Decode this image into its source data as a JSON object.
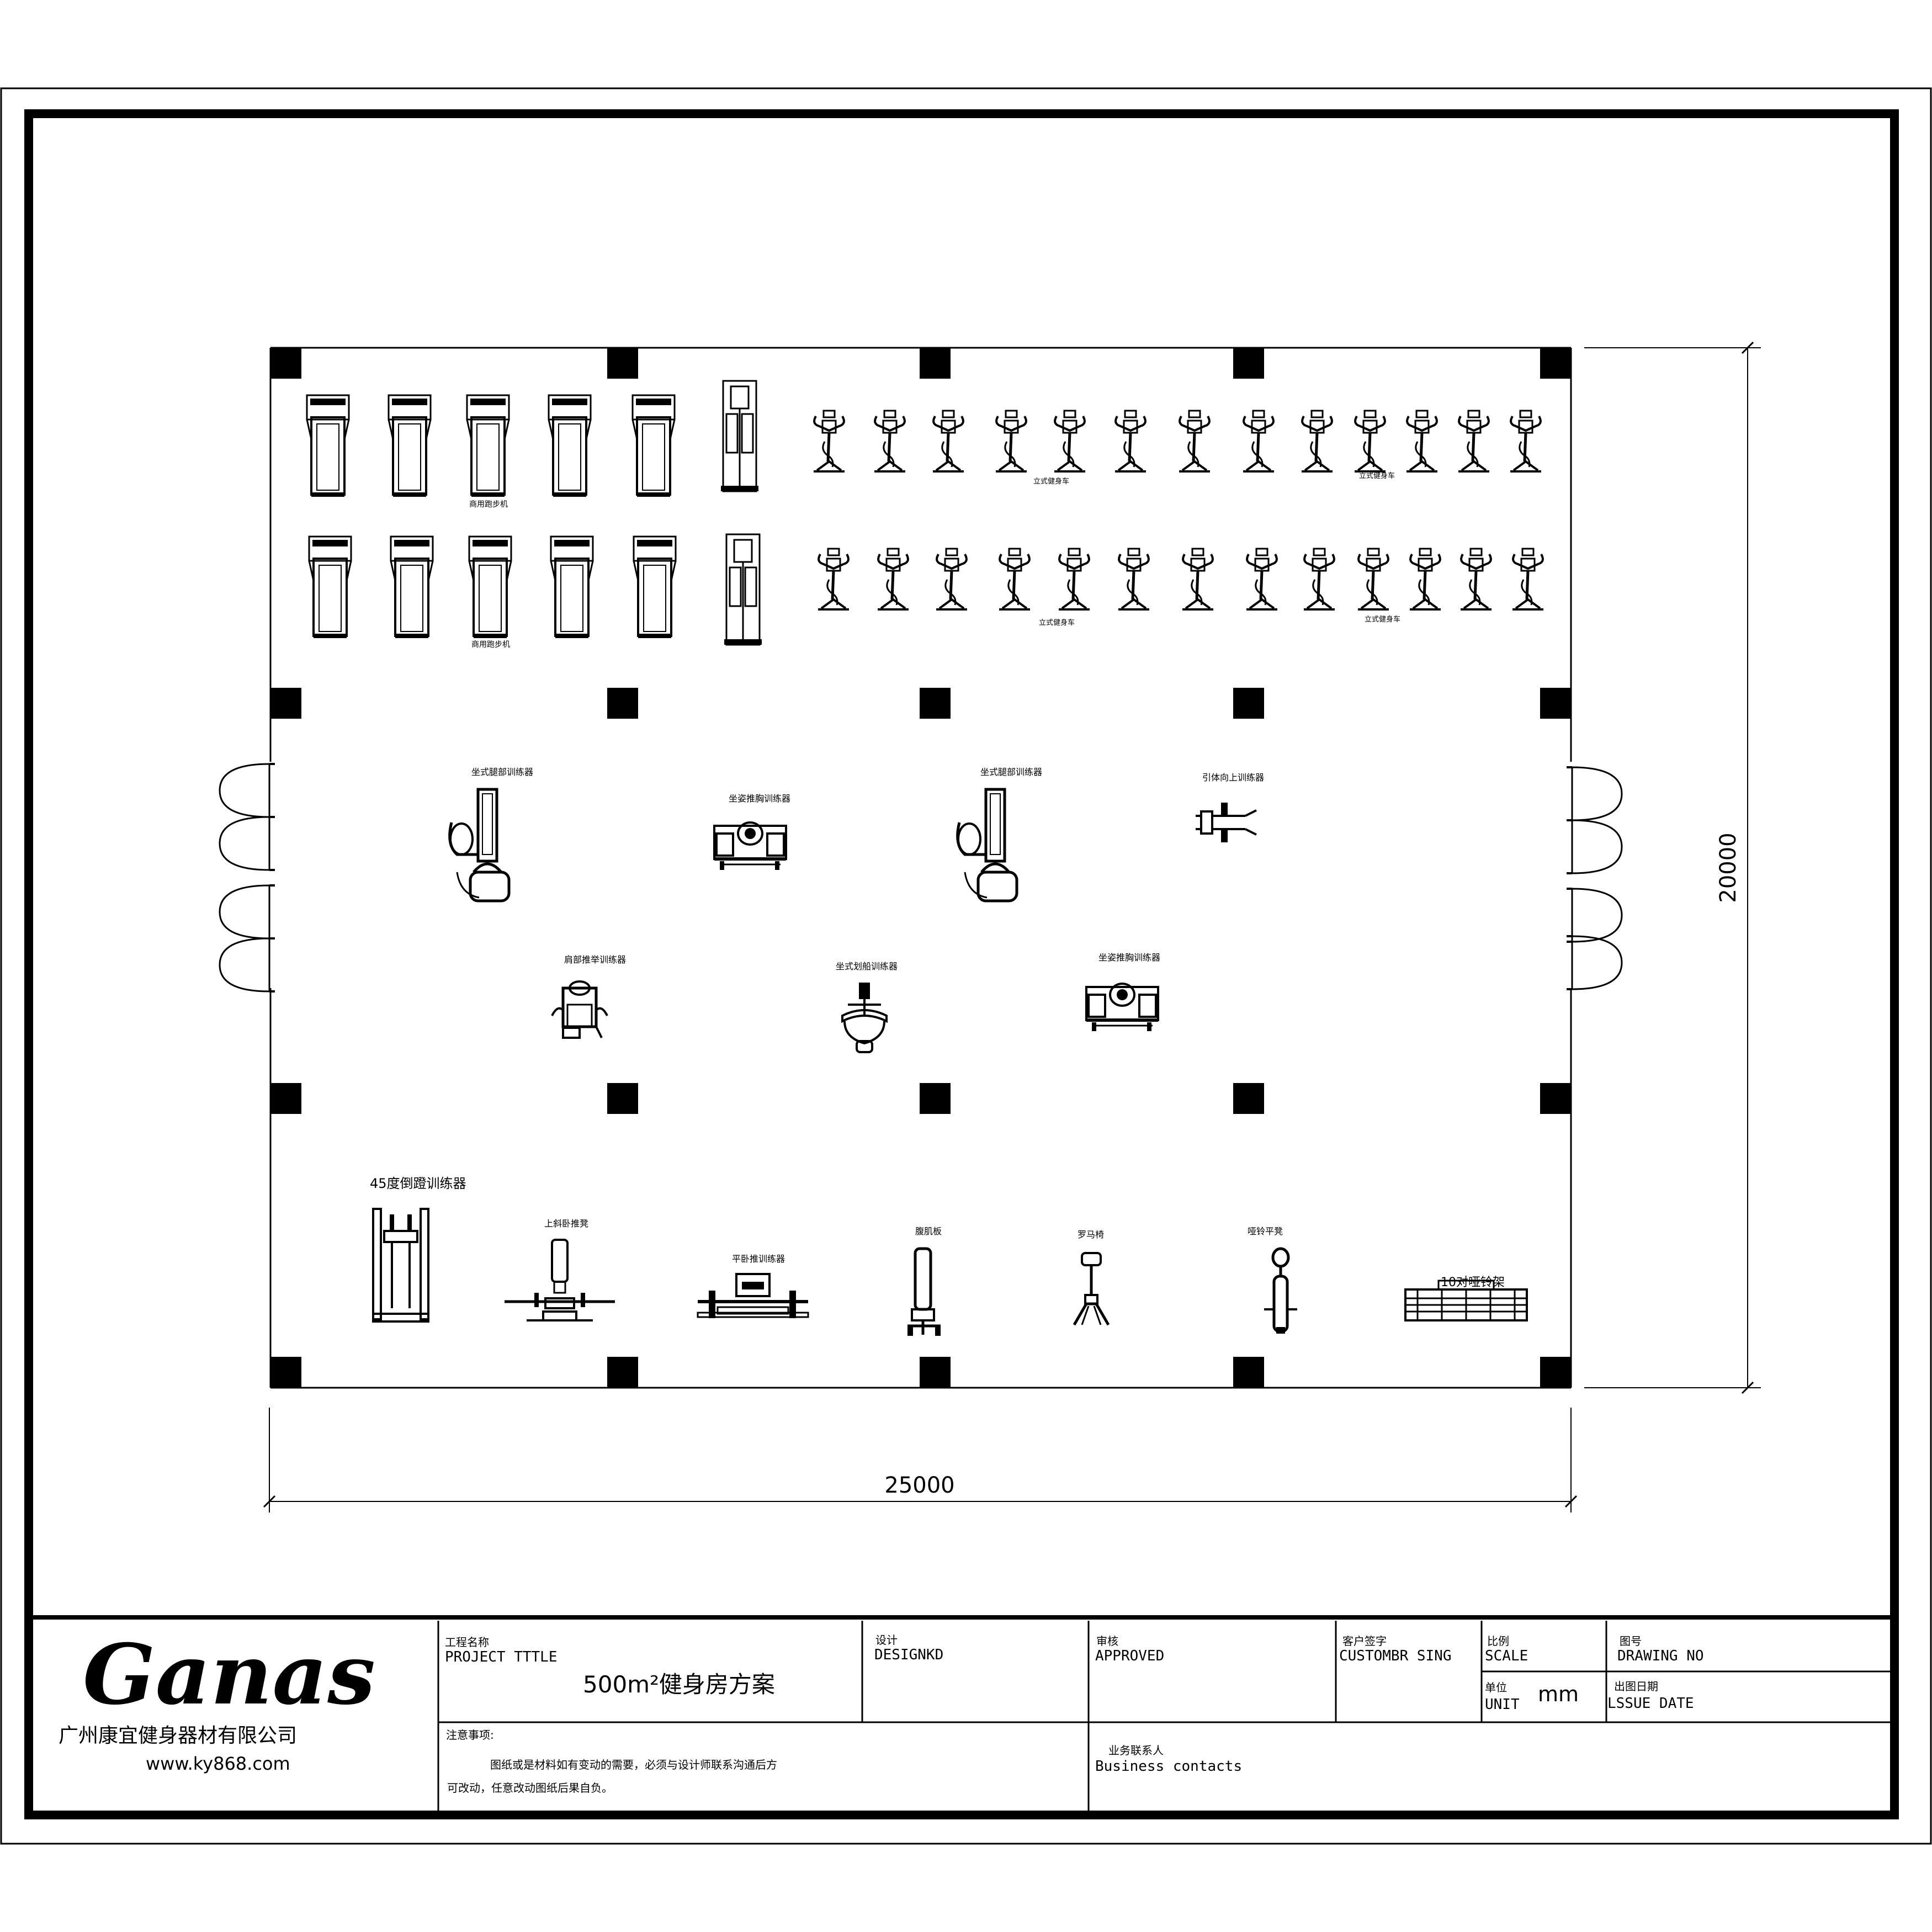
{
  "plan": {
    "width_dim": "25000",
    "height_dim": "20000",
    "equipment": {
      "treadmill_row1_label": "商用跑步机",
      "treadmill_row2_label": "商用跑步机",
      "bike_row1_label_a": "立式健身车",
      "bike_row1_label_b": "立式健身车",
      "bike_row2_label_a": "立式健身车",
      "bike_row2_label_b": "立式健身车",
      "seated_leg_1": "坐式腿部训练器",
      "seated_chest_1": "坐姿推胸训练器",
      "seated_leg_2": "坐式腿部训练器",
      "pull_up": "引体向上训练器",
      "shoulder_press": "肩部推举训练器",
      "seated_row": "坐式划船训练器",
      "seated_chest_2": "坐姿推胸训练器",
      "leg_45": "45度倒蹬训练器",
      "incline_bench": "上斜卧推凳",
      "flat_bench": "平卧推训练器",
      "abs_board": "腹肌板",
      "roman_chair": "罗马椅",
      "adjustable_bench": "哑铃平凳",
      "dumbbell_rack": "10对哑铃架"
    }
  },
  "title_block": {
    "company_name": "广州康宜健身器材有限公司",
    "website": "www.ky868.com",
    "logo_text": "Ganas",
    "project_title_cn": "工程名称",
    "project_title_en": "PROJECT TTTLE",
    "project_name": "500m²健身房方案",
    "design_cn": "设计",
    "design_en": "DESIGNKD",
    "approved_cn": "审核",
    "approved_en": "APPROVED",
    "customer_cn": "客户签字",
    "customer_en": "CUSTOMBR SING",
    "scale_cn": "比例",
    "scale_en": "SCALE",
    "drawing_no_cn": "图号",
    "drawing_no_en": "DRAWING NO",
    "unit_cn": "单位",
    "unit_en": "UNIT",
    "unit_value": "mm",
    "issue_date_cn": "出图日期",
    "issue_date_en": "LSSUE DATE",
    "notes_title": "注意事项:",
    "notes_line1": "图纸或是材料如有变动的需要，必须与设计师联系沟通后方",
    "notes_line2": "可改动，任意改动图纸后果自负。",
    "business_cn": "业务联系人",
    "business_en": "Business contacts"
  }
}
